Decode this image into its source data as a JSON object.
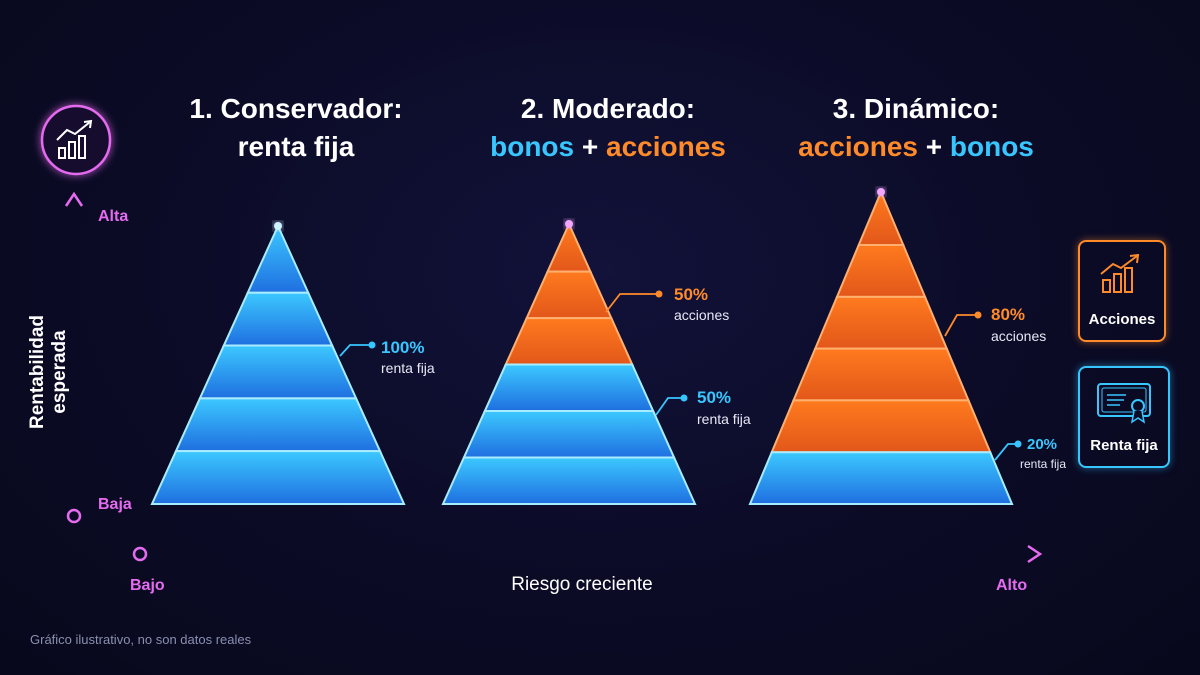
{
  "titles": [
    {
      "line1": "1. Conservador:",
      "line2_parts": [
        {
          "text": "renta fija",
          "color": "white"
        }
      ]
    },
    {
      "line1": "2. Moderado:",
      "line2_parts": [
        {
          "text": "bonos",
          "color": "blue"
        },
        {
          "text": " + ",
          "color": "white"
        },
        {
          "text": "acciones",
          "color": "orange"
        }
      ]
    },
    {
      "line1": "3. Dinámico:",
      "line2_parts": [
        {
          "text": "acciones",
          "color": "orange"
        },
        {
          "text": " + ",
          "color": "white"
        },
        {
          "text": "bonos",
          "color": "blue"
        }
      ]
    }
  ],
  "y_axis": {
    "label": "Rentabilidad esperada",
    "high": "Alta",
    "low": "Baja"
  },
  "x_axis": {
    "label": "Riesgo creciente",
    "low": "Bajo",
    "high": "Alto"
  },
  "pyramids": [
    {
      "name": "conservador",
      "layers": 5,
      "stock_layers": 0,
      "callouts": [
        {
          "pct": "100%",
          "label": "renta fija",
          "color": "#38c6ff"
        }
      ]
    },
    {
      "name": "moderado",
      "layers": 6,
      "stock_layers": 3,
      "callouts": [
        {
          "pct": "50%",
          "label": "acciones",
          "color": "#ff8a2a"
        },
        {
          "pct": "50%",
          "label": "renta fija",
          "color": "#38c6ff"
        }
      ]
    },
    {
      "name": "dinamico",
      "layers": 6,
      "stock_layers": 5,
      "callouts": [
        {
          "pct": "80%",
          "label": "acciones",
          "color": "#ff8a2a"
        },
        {
          "pct": "20%",
          "label": "renta fija",
          "color": "#38c6ff"
        }
      ]
    }
  ],
  "legend": [
    {
      "label": "Acciones",
      "icon": "bar-chart-icon",
      "color": "#ff8a2a"
    },
    {
      "label": "Renta fija",
      "icon": "certificate-icon",
      "color": "#38c6ff"
    }
  ],
  "footnote": "Gráfico ilustrativo, no son datos reales",
  "colors": {
    "blue": "#38c6ff",
    "orange": "#ff8a2a",
    "pink": "#e56bf0",
    "background": "#0b0b26"
  }
}
